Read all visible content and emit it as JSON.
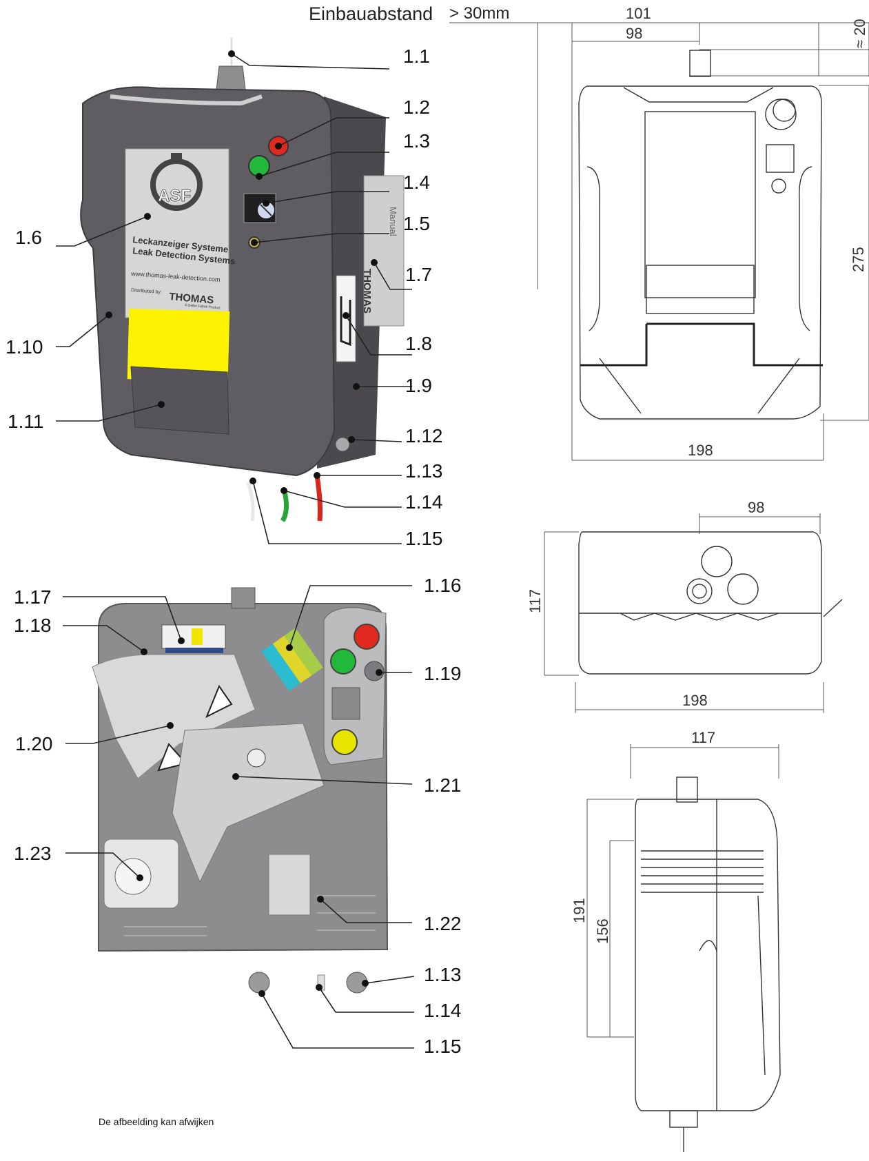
{
  "header": {
    "title": "Einbauabstand",
    "clearance": "> 30mm"
  },
  "photo_callouts": {
    "c1_1": "1.1",
    "c1_2": "1.2",
    "c1_3": "1.3",
    "c1_4": "1.4",
    "c1_5": "1.5",
    "c1_6": "1.6",
    "c1_7": "1.7",
    "c1_8": "1.8",
    "c1_9": "1.9",
    "c1_10": "1.10",
    "c1_11": "1.11",
    "c1_12": "1.12",
    "c1_13": "1.13",
    "c1_14": "1.14",
    "c1_15": "1.15"
  },
  "interior_callouts": {
    "c1_16": "1.16",
    "c1_17": "1.17",
    "c1_18": "1.18",
    "c1_19": "1.19",
    "c1_20": "1.20",
    "c1_21": "1.21",
    "c1_22": "1.22",
    "c1_23": "1.23",
    "c1_13": "1.13",
    "c1_14": "1.14",
    "c1_15": "1.15"
  },
  "device_label": {
    "logo": "ASF",
    "line1": "Leckanzeiger Systeme",
    "line2": "Leak Detection Systems",
    "url": "www.thomas-leak-detection.com",
    "distributed": "Distributed by:",
    "brand": "THOMAS",
    "brand_sub": "A Gelbe Fabrik Product",
    "manual_tab": "Manual",
    "manual_brand": "THOMAS"
  },
  "dimensions": {
    "front": {
      "d101": "101",
      "d98": "98",
      "d20": "≈ 20",
      "d275": "275",
      "d198": "198"
    },
    "top": {
      "d98": "98",
      "d117": "117",
      "d198": "198"
    },
    "side": {
      "d117": "117",
      "d191": "191",
      "d156": "156"
    }
  },
  "footer": {
    "note": "De afbeelding kan afwijken"
  },
  "colors": {
    "housing": "#5f5d62",
    "housing_dark": "#4a484d",
    "label_yellow": "#fff200",
    "led_red": "#e0291f",
    "led_green": "#22b83a",
    "led_yellow": "#e8e400",
    "interior_grey": "#8d8d8f",
    "cover_white": "#d9d9d9"
  }
}
